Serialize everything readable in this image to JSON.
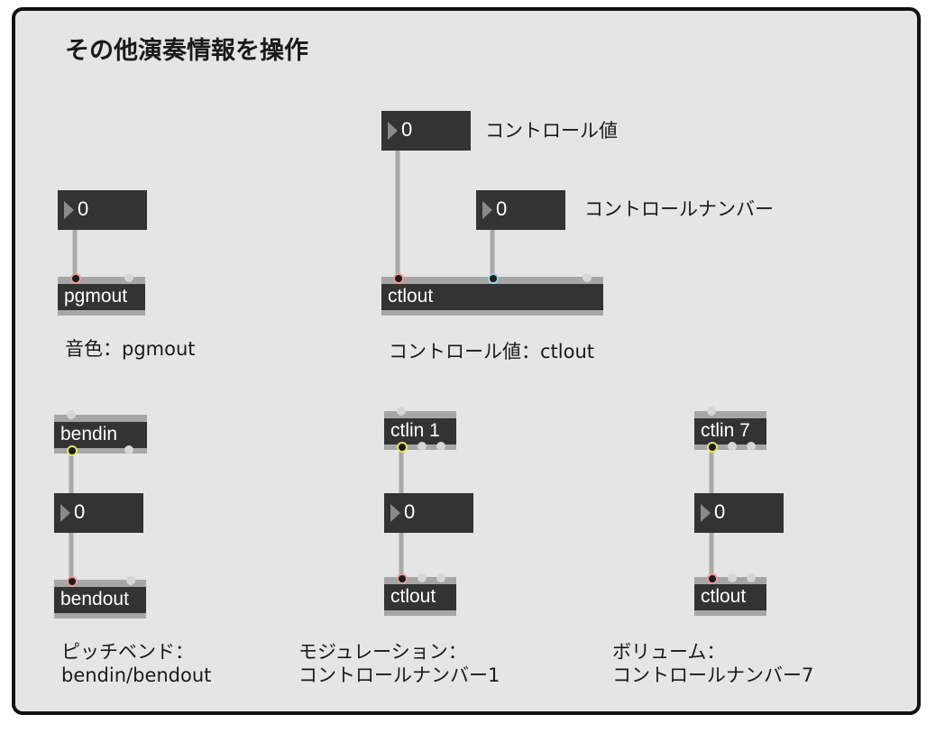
{
  "title": "その他演奏情報を操作",
  "colors": {
    "panel_bg": "#e5e5e5",
    "box_bg": "#333333",
    "box_border": "#a6a6a6",
    "cable": "#a9a9a9",
    "hot_inlet_ring": "#e99a9a",
    "cold_inlet_ring": "#8fd3e6",
    "outlet_ring": "#e6e36a"
  },
  "numboxes": {
    "pgm": {
      "value": "0"
    },
    "ctl_val": {
      "value": "0"
    },
    "ctl_num": {
      "value": "0"
    },
    "bend": {
      "value": "0"
    },
    "mod": {
      "value": "0"
    },
    "vol": {
      "value": "0"
    }
  },
  "objects": {
    "pgmout": "pgmout",
    "ctlout_main": "ctlout",
    "bendin": "bendin",
    "bendout": "bendout",
    "ctlin1": "ctlin 1",
    "ctlout1": "ctlout",
    "ctlin7": "ctlin 7",
    "ctlout7": "ctlout"
  },
  "comments": {
    "control_value": "コントロール値",
    "control_number": "コントロールナンバー",
    "pgm_caption": "音色：pgmout",
    "ctl_caption": "コントロール値：ctlout",
    "bend_caption_1": "ピッチベンド：",
    "bend_caption_2": "bendin/bendout",
    "mod_caption_1": "モジュレーション：",
    "mod_caption_2": "コントロールナンバー1",
    "vol_caption_1": "ボリューム：",
    "vol_caption_2": "コントロールナンバー7"
  },
  "icons": {
    "numbox_arrow": "triangle-right-icon"
  }
}
